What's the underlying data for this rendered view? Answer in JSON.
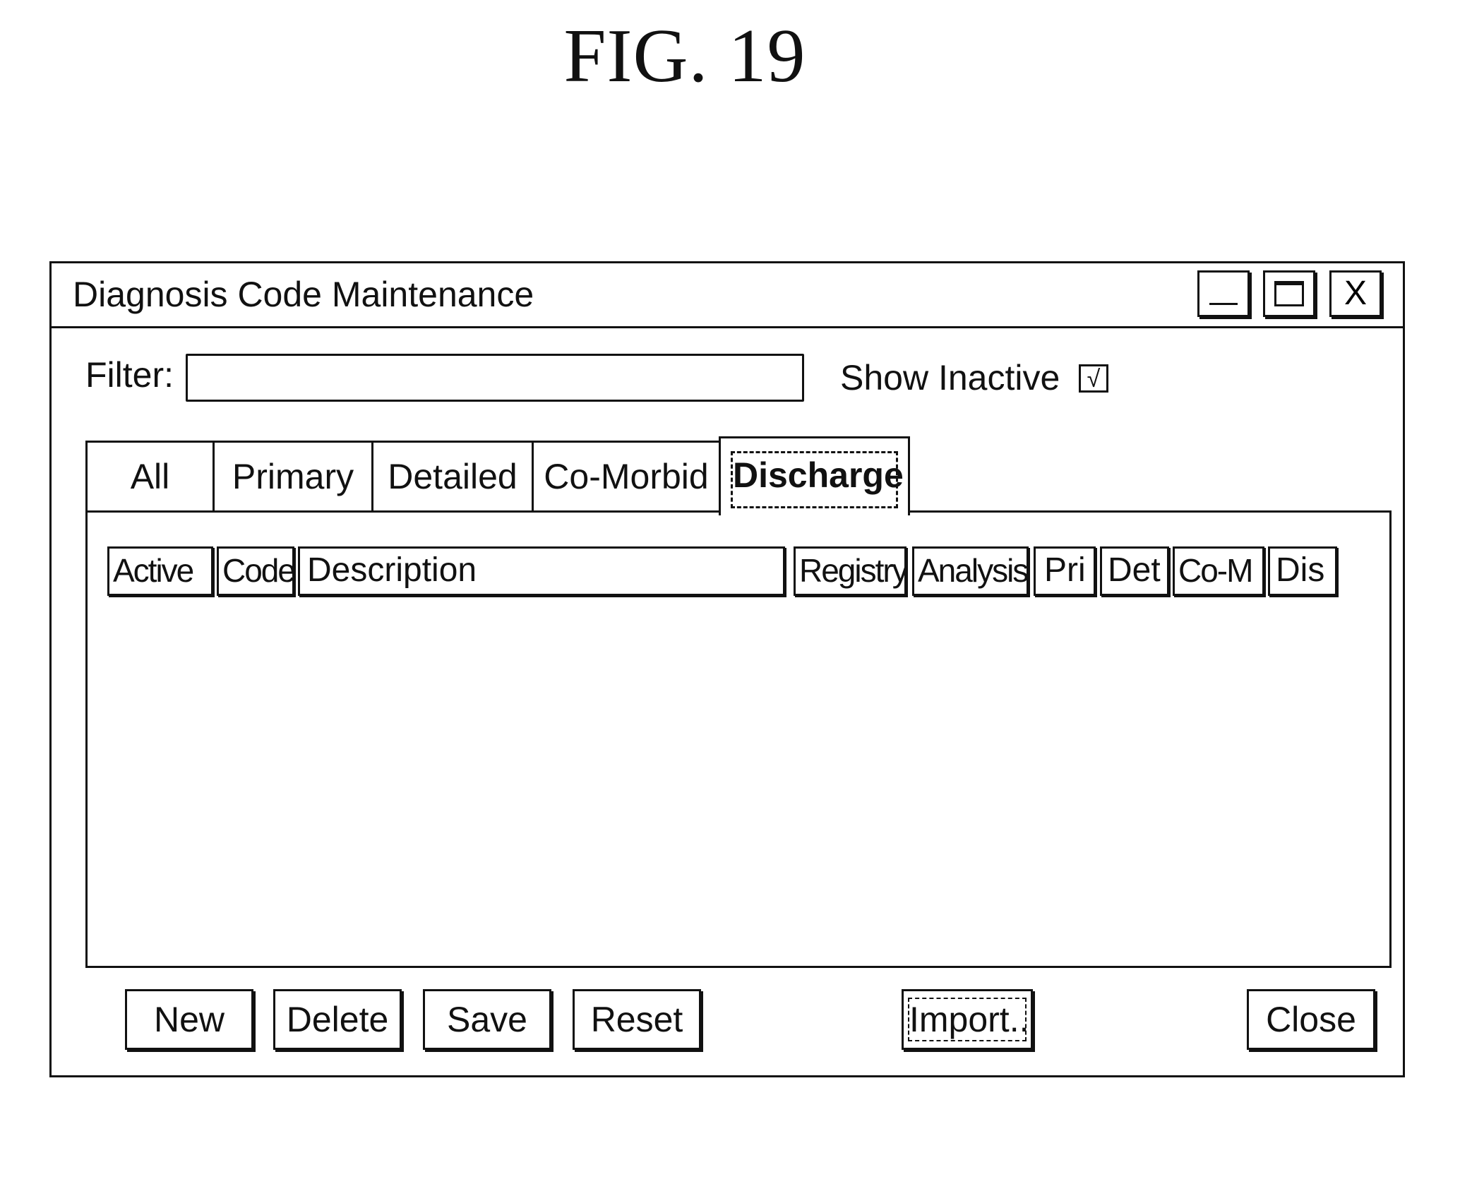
{
  "figure": {
    "caption": "FIG. 19"
  },
  "window": {
    "title": "Diagnosis Code Maintenance",
    "controls": {
      "minimize": "minimize-icon",
      "maximize": "maximize-icon",
      "close": "X"
    }
  },
  "filter": {
    "label": "Filter:",
    "value": "",
    "placeholder": ""
  },
  "show_inactive": {
    "label": "Show Inactive",
    "checked": true,
    "mark": "√"
  },
  "tabs": [
    {
      "label": "All",
      "selected": false
    },
    {
      "label": "Primary",
      "selected": false
    },
    {
      "label": "Detailed",
      "selected": false
    },
    {
      "label": "Co-Morbid",
      "selected": false
    },
    {
      "label": "Discharge",
      "selected": true
    }
  ],
  "table": {
    "columns": [
      "Active",
      "Code",
      "Description",
      "Registry",
      "Analysis",
      "Pri",
      "Det",
      "Co-M",
      "Dis"
    ],
    "rows": []
  },
  "buttons": {
    "new": "New",
    "delete": "Delete",
    "save": "Save",
    "reset": "Reset",
    "import": "Import..",
    "close": "Close"
  }
}
